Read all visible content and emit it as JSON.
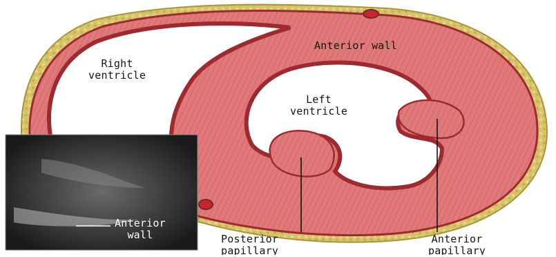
{
  "labels": {
    "right_ventricle": "Right\nventricle",
    "anterior_wall": "Anterior wall",
    "left_ventricle": "Left\nventricle",
    "inset_anterior_wall": "Anterior\nwall",
    "posterior_papillary": "Posterior\npapillary",
    "anterior_papillary": "Anterior\npapillary"
  },
  "colors": {
    "myocardium": "#e0797a",
    "myocardium_dark": "#9e2a30",
    "fat": "#d6c36a",
    "fat_dark": "#a8953a",
    "artery": "#c8262c",
    "vein": "#2a4e9a",
    "cavity": "#ffffff",
    "inset_bg": "#1a1a1a"
  },
  "icons": {
    "vessels": [
      "coronary-artery-icon",
      "coronary-vein-icon"
    ]
  }
}
